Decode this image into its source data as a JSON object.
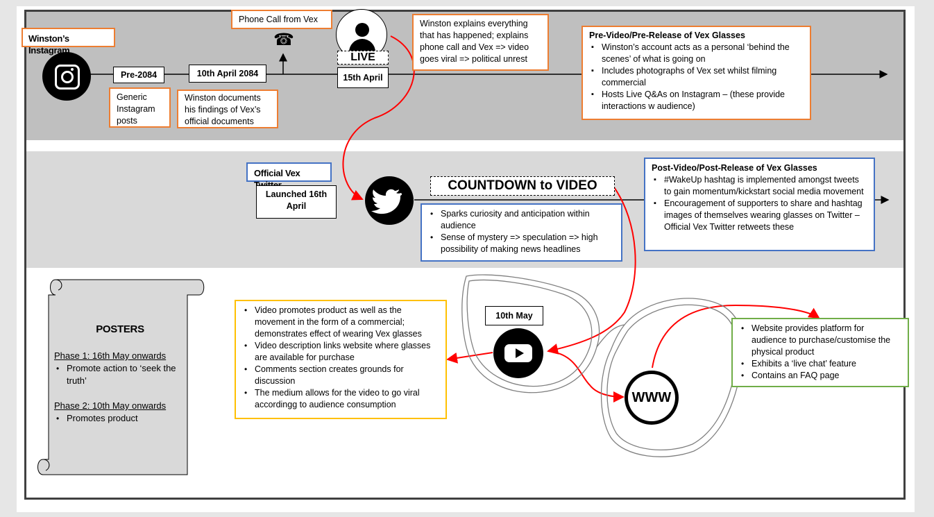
{
  "instagram": {
    "title": "Winston’s Instagram",
    "pre2084": "Pre-2084",
    "generic": "Generic Instagram posts",
    "april10": "10th April 2084",
    "documents": "Winston documents his findings of Vex’s official documents",
    "phone_call": "Phone Call from Vex",
    "live": "LIVE",
    "april15": "15th April",
    "explains": "Winston explains everything that has happened; explains phone call and Vex => video goes viral => political unrest",
    "pre_video_title": "Pre-Video/Pre-Release of Vex Glasses",
    "pre_video_items": [
      "Winston’s account acts as a personal ‘behind the scenes’ of what is going on",
      "Includes photographs of Vex set whilst filming commercial",
      "Hosts Live Q&As on Instagram – (these provide interactions w audience)"
    ]
  },
  "twitter": {
    "title": "Official Vex Twitter",
    "launched": "Launched 16th April",
    "countdown": "COUNTDOWN to VIDEO",
    "countdown_items": [
      "Sparks curiosity and anticipation within audience",
      "Sense of mystery => speculation => high possibility of making news headlines"
    ],
    "post_video_title": "Post-Video/Post-Release of Vex Glasses",
    "post_video_items": [
      "#WakeUp hashtag is implemented amongst tweets to gain momentum/kickstart social media movement",
      "Encouragement of supporters to share and hashtag images of themselves wearing glasses on Twitter – Official Vex Twitter retweets these"
    ]
  },
  "posters": {
    "title": "POSTERS",
    "phase1": "Phase 1: 16th May onwards",
    "phase1_item": "Promote action to ‘seek the truth’",
    "phase2": "Phase 2: 10th May onwards",
    "phase2_item": "Promotes product"
  },
  "video": {
    "date": "10th May",
    "items": [
      "Video promotes product as well as the movement in the form of a commercial; demonstrates effect of wearing Vex glasses",
      "Video description links website where glasses are available for purchase",
      "Comments section creates grounds for discussion",
      "The medium allows for the video to go viral accordingg to audience consumption"
    ]
  },
  "website": {
    "icon_label": "WWW",
    "items": [
      "Website provides platform for audience to purchase/customise the physical product",
      "Exhibits a ‘live chat’ feature",
      "Contains an FAQ page"
    ]
  },
  "colors": {
    "orange": "#ed7d31",
    "blue": "#4472c4",
    "green": "#70ad47",
    "yellow": "#ffc000",
    "red_arrow": "#ff0000"
  }
}
